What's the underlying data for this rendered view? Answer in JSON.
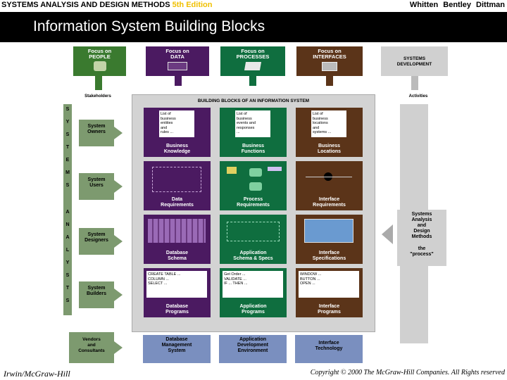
{
  "header": {
    "course": "SYSTEMS ANALYSIS AND DESIGN METHODS",
    "edition": "5th Edition",
    "authors": "Whitten Bentley Dittman"
  },
  "title": "Information System Building Blocks",
  "diagram": {
    "focus": [
      {
        "label": "Focus on\nPEOPLE"
      },
      {
        "label": "Focus on\nDATA"
      },
      {
        "label": "Focus on\nPROCESSES"
      },
      {
        "label": "Focus on\nINTERFACES"
      }
    ],
    "systems_development": "SYSTEMS\nDEVELOPMENT",
    "stakeholders": "Stakeholders",
    "activities": "Activities",
    "panel_title": "BUILDING BLOCKS OF AN INFORMATION SYSTEM",
    "left_letters": [
      "S",
      "Y",
      "S",
      "T",
      "E",
      "M",
      "S",
      "A",
      "N",
      "A",
      "L",
      "Y",
      "S",
      "T",
      "S"
    ],
    "stakeholder_groups": [
      "System\nOwners",
      "System\nUsers",
      "System\nDesigners",
      "System\nBuilders",
      "Vendors\nand\nConsultants"
    ],
    "rows": [
      {
        "cells": [
          {
            "note": "List of\nbusiness\nentities\nand\nrules ...",
            "caption": "Business\nKnowledge"
          },
          {
            "note": "List of\nbusiness\nevents and\nresponses\n...",
            "caption": "Business\nFunctions"
          },
          {
            "note": "List of\nbusiness\nlocations\nand\nsystems ...",
            "caption": "Business\nLocations"
          }
        ]
      },
      {
        "cells": [
          {
            "caption": "Data\nRequirements"
          },
          {
            "caption": "Process\nRequirements"
          },
          {
            "caption": "Interface\nRequirements"
          }
        ]
      },
      {
        "cells": [
          {
            "caption": "Database\nSchema"
          },
          {
            "caption": "Application\nSchema & Specs"
          },
          {
            "caption": "Interface\nSpecifications"
          }
        ]
      },
      {
        "cells": [
          {
            "note": "CREATE TABLE ...\nCOLUMN ...\nSELECT ...",
            "caption": "Database\nPrograms"
          },
          {
            "note": "Get Order ...\nVALIDATE ...\nIF ... THEN ...",
            "caption": "Application\nPrograms"
          },
          {
            "note": "WINDOW ...\nBUTTON ...\nOPEN ...",
            "caption": "Interface\nPrograms"
          }
        ]
      }
    ],
    "technology": [
      "Database\nManagement\nSystem",
      "Application\nDevelopment\nEnvironment",
      "Interface\nTechnology"
    ],
    "method": "Systems\nAnalysis\nand\nDesign\nMethods",
    "process": "the\n\"process\""
  },
  "footer": {
    "publisher": "Irwin/McGraw-Hill",
    "copyright": "Copyright © 2000 The McGraw-Hill Companies. All Rights reserved"
  }
}
